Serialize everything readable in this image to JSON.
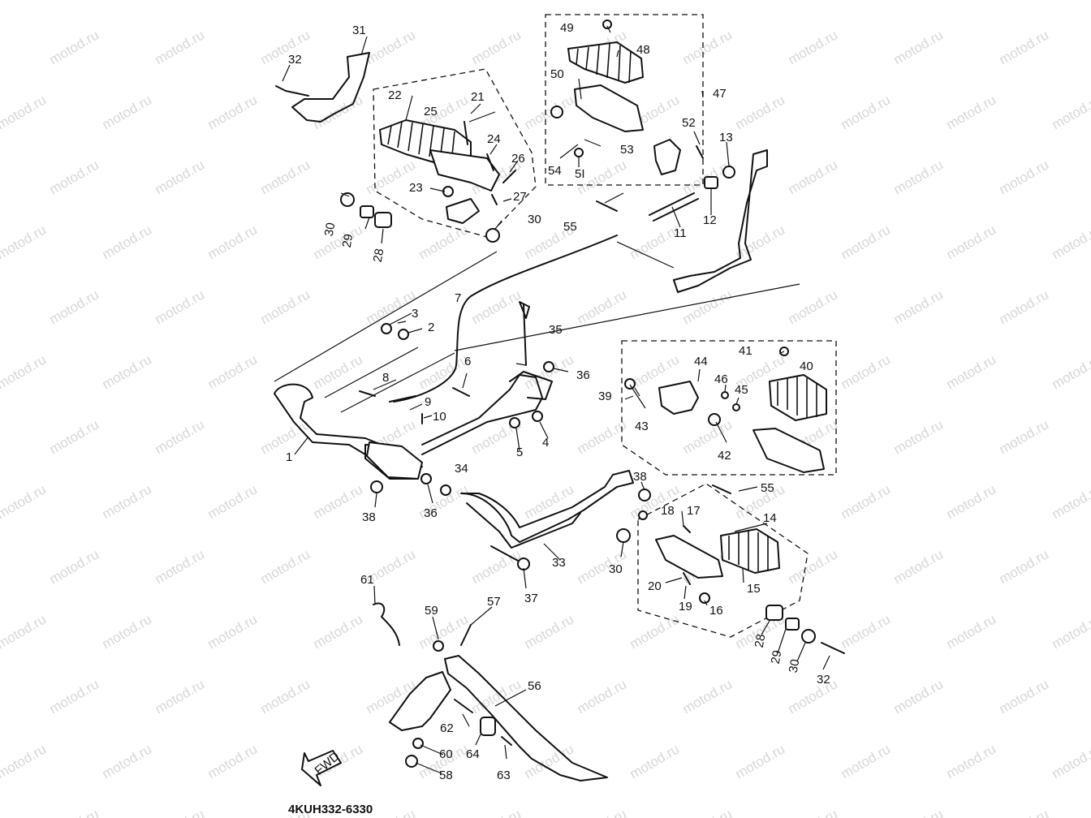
{
  "watermark": {
    "text": "motod.ru"
  },
  "diagram_code": "4KUH332-6330",
  "fwd_label": "FWD",
  "part_labels": [
    {
      "id": "l1",
      "text": "1"
    },
    {
      "id": "l2",
      "text": "2"
    },
    {
      "id": "l3",
      "text": "3"
    },
    {
      "id": "l4",
      "text": "4"
    },
    {
      "id": "l5",
      "text": "5"
    },
    {
      "id": "l6",
      "text": "6"
    },
    {
      "id": "l7",
      "text": "7"
    },
    {
      "id": "l8",
      "text": "8"
    },
    {
      "id": "l9",
      "text": "9"
    },
    {
      "id": "l10",
      "text": "10"
    },
    {
      "id": "l11",
      "text": "11"
    },
    {
      "id": "l12",
      "text": "12"
    },
    {
      "id": "l13",
      "text": "13"
    },
    {
      "id": "l14",
      "text": "14"
    },
    {
      "id": "l15",
      "text": "15"
    },
    {
      "id": "l16",
      "text": "16"
    },
    {
      "id": "l17",
      "text": "17"
    },
    {
      "id": "l18",
      "text": "18"
    },
    {
      "id": "l19",
      "text": "19"
    },
    {
      "id": "l20",
      "text": "20"
    },
    {
      "id": "l21",
      "text": "21"
    },
    {
      "id": "l22",
      "text": "22"
    },
    {
      "id": "l23",
      "text": "23"
    },
    {
      "id": "l24",
      "text": "24"
    },
    {
      "id": "l25",
      "text": "25"
    },
    {
      "id": "l26",
      "text": "26"
    },
    {
      "id": "l27",
      "text": "27"
    },
    {
      "id": "l28a",
      "text": "28"
    },
    {
      "id": "l28b",
      "text": "28"
    },
    {
      "id": "l29a",
      "text": "29"
    },
    {
      "id": "l29b",
      "text": "29"
    },
    {
      "id": "l30a",
      "text": "30"
    },
    {
      "id": "l30b",
      "text": "30"
    },
    {
      "id": "l30c",
      "text": "30"
    },
    {
      "id": "l30d",
      "text": "30"
    },
    {
      "id": "l31",
      "text": "31"
    },
    {
      "id": "l32a",
      "text": "32"
    },
    {
      "id": "l32b",
      "text": "32"
    },
    {
      "id": "l33",
      "text": "33"
    },
    {
      "id": "l34",
      "text": "34"
    },
    {
      "id": "l35",
      "text": "35"
    },
    {
      "id": "l36a",
      "text": "36"
    },
    {
      "id": "l36b",
      "text": "36"
    },
    {
      "id": "l37",
      "text": "37"
    },
    {
      "id": "l38a",
      "text": "38"
    },
    {
      "id": "l38b",
      "text": "38"
    },
    {
      "id": "l39",
      "text": "39"
    },
    {
      "id": "l40",
      "text": "40"
    },
    {
      "id": "l41",
      "text": "41"
    },
    {
      "id": "l42",
      "text": "42"
    },
    {
      "id": "l43",
      "text": "43"
    },
    {
      "id": "l44",
      "text": "44"
    },
    {
      "id": "l45",
      "text": "45"
    },
    {
      "id": "l46",
      "text": "46"
    },
    {
      "id": "l47",
      "text": "47"
    },
    {
      "id": "l48",
      "text": "48"
    },
    {
      "id": "l49",
      "text": "49"
    },
    {
      "id": "l50",
      "text": "50"
    },
    {
      "id": "l51",
      "text": "5I"
    },
    {
      "id": "l52",
      "text": "52"
    },
    {
      "id": "l53",
      "text": "53"
    },
    {
      "id": "l54",
      "text": "54"
    },
    {
      "id": "l55a",
      "text": "55"
    },
    {
      "id": "l55b",
      "text": "55"
    },
    {
      "id": "l56",
      "text": "56"
    },
    {
      "id": "l57",
      "text": "57"
    },
    {
      "id": "l58",
      "text": "58"
    },
    {
      "id": "l59",
      "text": "59"
    },
    {
      "id": "l60",
      "text": "60"
    },
    {
      "id": "l61",
      "text": "61"
    },
    {
      "id": "l62",
      "text": "62"
    },
    {
      "id": "l63",
      "text": "63"
    },
    {
      "id": "l64",
      "text": "64"
    }
  ]
}
